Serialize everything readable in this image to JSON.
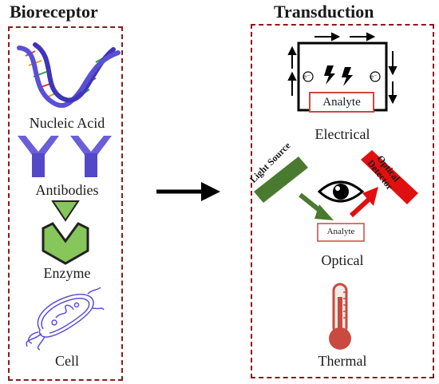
{
  "bioreceptor": {
    "title": "Bioreceptor",
    "items": [
      "Nucleic Acid",
      "Antibodies",
      "Enzyme",
      "Cell"
    ]
  },
  "transduction": {
    "title": "Transduction",
    "electrical": {
      "label": "Electrical",
      "analyte": "Analyte",
      "electron_symbol": "e⁻"
    },
    "optical": {
      "label": "Optical",
      "analyte": "Analyte",
      "source": "Light Source",
      "detector_line1": "Optical",
      "detector_line2": "Detector"
    },
    "thermal": {
      "label": "Thermal"
    }
  },
  "colors": {
    "panel_border": "#8b1a1a",
    "dna_strand": "#5b4fd6",
    "antibody": "#6a5fd9",
    "enzyme_body": "#86c65a",
    "light_source": "#4a7a2f",
    "detector": "#e01010",
    "thermometer": "#c94a40"
  }
}
